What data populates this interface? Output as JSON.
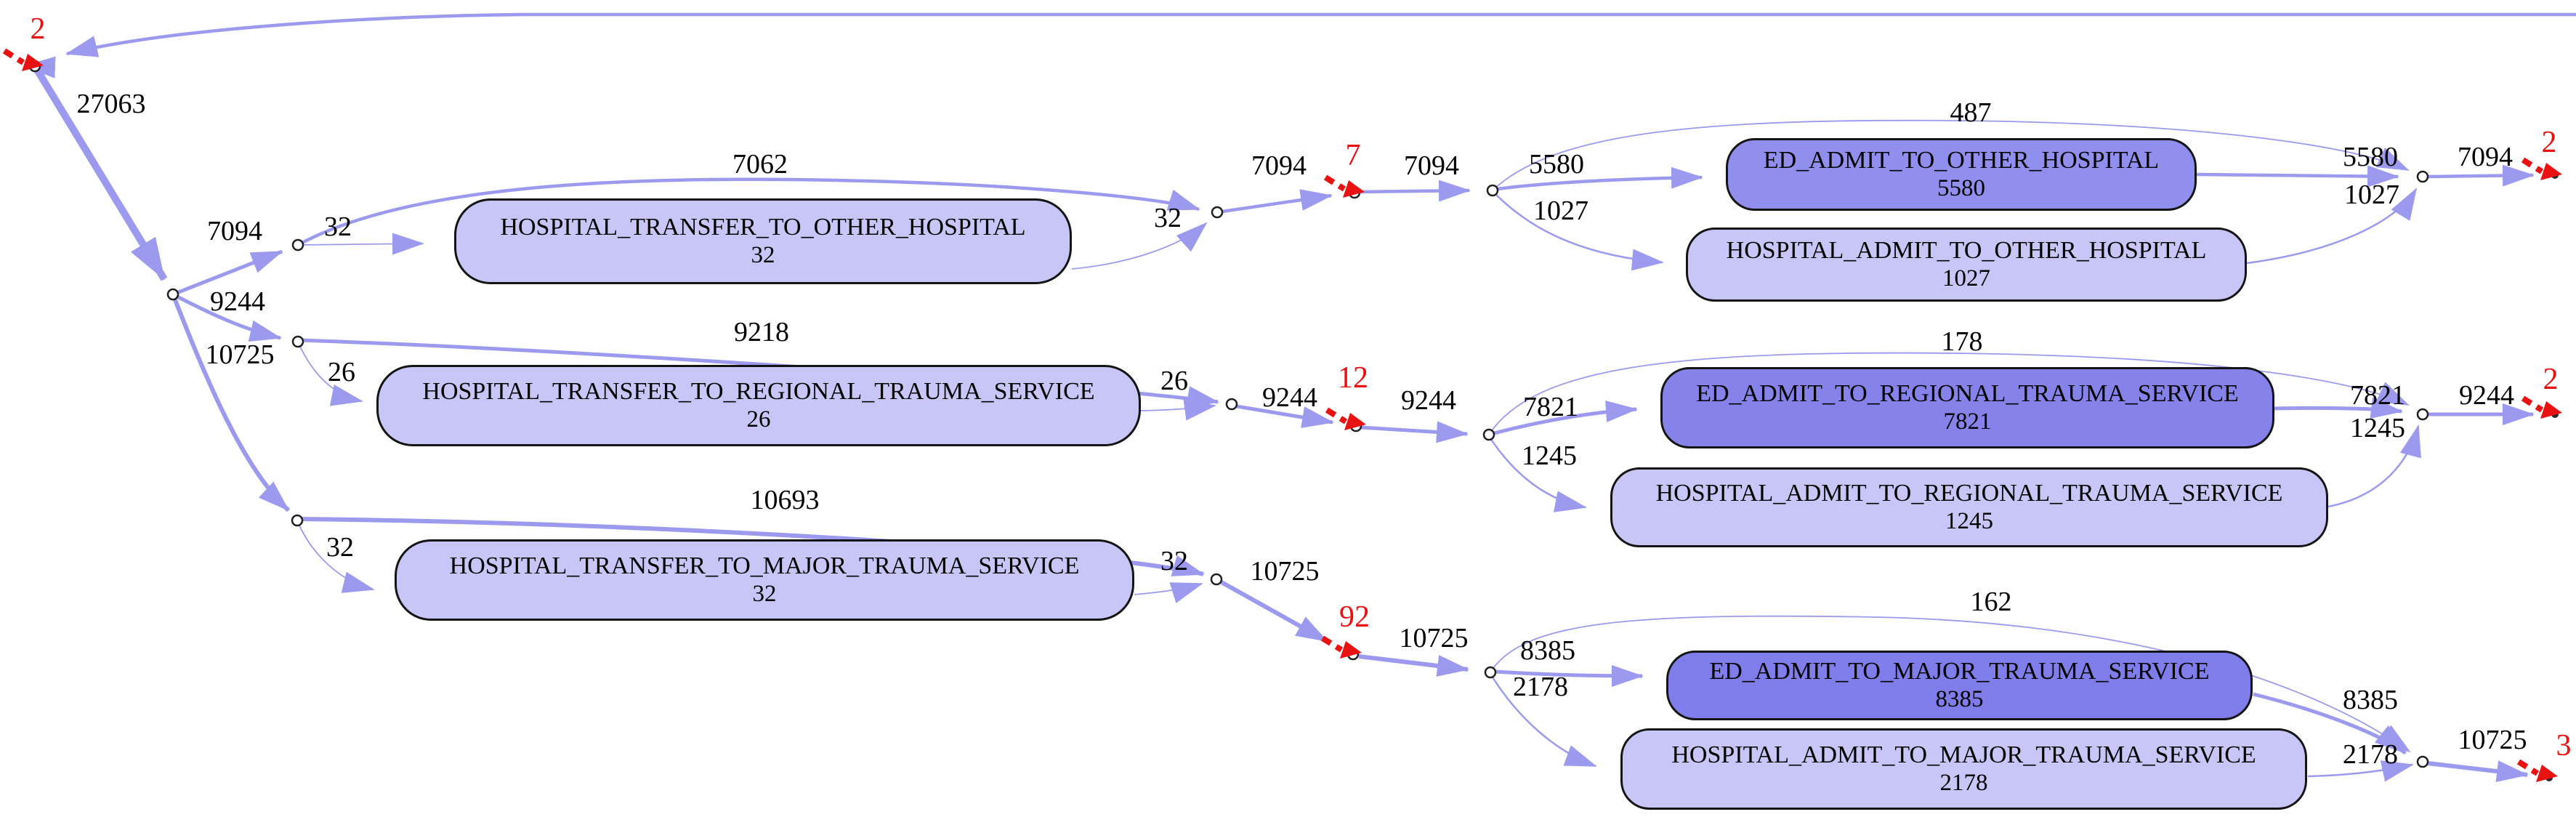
{
  "colors": {
    "edge": "#9b9aee",
    "box_light": "#c7c6f7",
    "box_dark_row1": "#918fee",
    "box_dark_row2": "#8583ea",
    "box_dark_row3": "#7f7dea",
    "red_marker": "#e81212",
    "box_border": "#141414"
  },
  "boxes": {
    "t1": {
      "name": "HOSPITAL_TRANSFER_TO_OTHER_HOSPITAL",
      "count": "32"
    },
    "ed1": {
      "name": "ED_ADMIT_TO_OTHER_HOSPITAL",
      "count": "5580"
    },
    "h1": {
      "name": "HOSPITAL_ADMIT_TO_OTHER_HOSPITAL",
      "count": "1027"
    },
    "t2": {
      "name": "HOSPITAL_TRANSFER_TO_REGIONAL_TRAUMA_SERVICE",
      "count": "26"
    },
    "ed2": {
      "name": "ED_ADMIT_TO_REGIONAL_TRAUMA_SERVICE",
      "count": "7821"
    },
    "h2": {
      "name": "HOSPITAL_ADMIT_TO_REGIONAL_TRAUMA_SERVICE",
      "count": "1245"
    },
    "t3": {
      "name": "HOSPITAL_TRANSFER_TO_MAJOR_TRAUMA_SERVICE",
      "count": "32"
    },
    "ed3": {
      "name": "ED_ADMIT_TO_MAJOR_TRAUMA_SERVICE",
      "count": "8385"
    },
    "h3": {
      "name": "HOSPITAL_ADMIT_TO_MAJOR_TRAUMA_SERVICE",
      "count": "2178"
    }
  },
  "edges": {
    "trunk": "27063",
    "branch_7094": "7094",
    "branch_9244": "9244",
    "branch_10725": "10725",
    "t1_in": "32",
    "t1_bypass": "7062",
    "t1_out": "32",
    "r1_in": "7094",
    "r1_out": "7094",
    "ed1_in": "5580",
    "h1_in": "1027",
    "row1_bypass": "487",
    "ed1_out": "5580",
    "h1_out": "1027",
    "row1_end": "7094",
    "t2_in": "26",
    "t2_bypass": "9218",
    "t2_out": "26",
    "r2_in": "9244",
    "r2_out": "9244",
    "ed2_in": "7821",
    "h2_in": "1245",
    "row2_bypass": "178",
    "ed2_out": "7821",
    "h2_out": "1245",
    "row2_end": "9244",
    "t3_in": "32",
    "t3_bypass": "10693",
    "t3_out": "32",
    "r3_in": "10725",
    "r3_out": "10725",
    "ed3_in": "8385",
    "h3_in": "2178",
    "row3_bypass": "162",
    "ed3_out": "8385",
    "h3_out": "2178",
    "row3_end": "10725"
  },
  "markers": {
    "start": "2",
    "row1_mid": "7",
    "row1_end": "2",
    "row2_mid": "12",
    "row2_end": "2",
    "row3_mid": "92",
    "row3_end": "3"
  }
}
